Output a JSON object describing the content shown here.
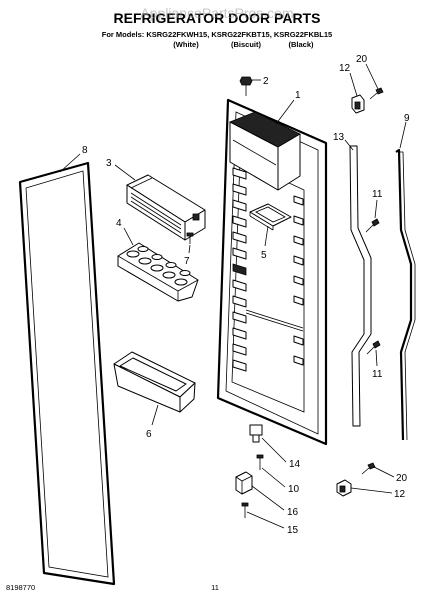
{
  "watermark": "AppliancePartsPros.com",
  "title": "REFRIGERATOR DOOR PARTS",
  "models_line": "For Models: KSRG22FKWH15, KSRG22FKBT15, KSRG22FKBL15",
  "variants": [
    "(White)",
    "(Biscuit)",
    "(Black)"
  ],
  "callouts": [
    "8",
    "3",
    "7",
    "4",
    "6",
    "2",
    "1",
    "5",
    "12",
    "20",
    "13",
    "9",
    "11",
    "11",
    "14",
    "10",
    "16",
    "15",
    "20",
    "12"
  ],
  "footer": {
    "part_number": "8198770",
    "page": "11"
  }
}
